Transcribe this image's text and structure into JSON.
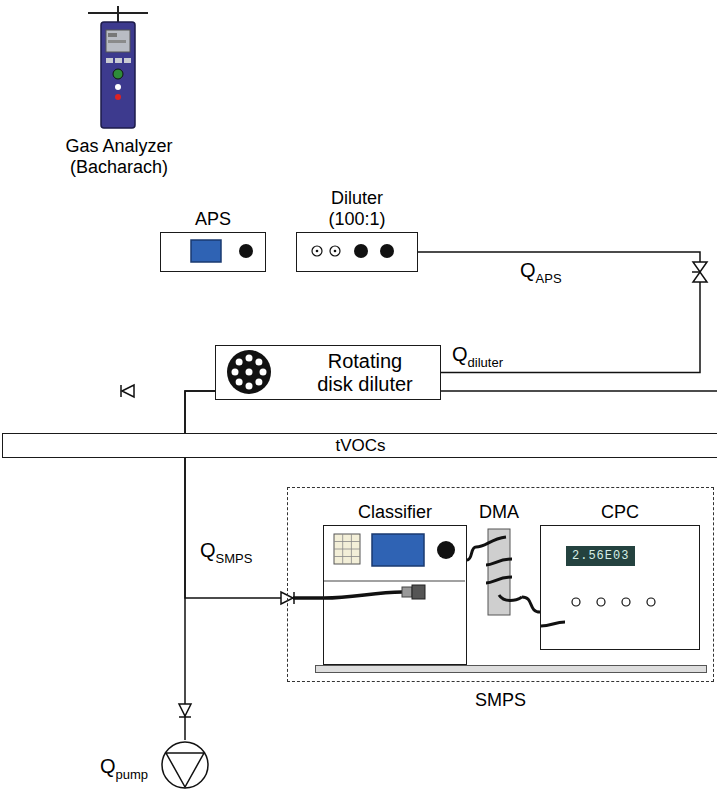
{
  "diagram": {
    "nodes": [
      {
        "text": [
          "Gas Analyzer (Bacharach)"
        ]
      },
      {
        "text": [
          "APS"
        ]
      },
      {
        "text": [
          "Diluter (100:1)"
        ]
      },
      {
        "text": [
          "Rotating disk diluter"
        ]
      },
      {
        "text": [
          "tVOCs"
        ]
      },
      {
        "text": [
          "SMPS"
        ]
      },
      {
        "text": [
          "Classifier"
        ],
        "in": 5
      },
      {
        "text": [
          "DMA"
        ],
        "in": 5
      },
      {
        "text": [
          "CPC"
        ],
        "in": 5
      },
      {
        "text": [
          "Qpump"
        ]
      }
    ],
    "edges": [
      {
        "from": 2,
        "to": 3,
        "arrow": "none"
      },
      {
        "from": 3,
        "to": 4,
        "arrow": "none"
      },
      {
        "from": 3,
        "to": 6,
        "arrow": "none"
      },
      {
        "from": 3,
        "to": 9,
        "arrow": "none"
      },
      {
        "from": 6,
        "to": 7,
        "arrow": "none"
      },
      {
        "from": 7,
        "to": 8,
        "arrow": "none"
      }
    ],
    "labels": [
      "QAPS",
      "Qdiluter",
      "QSMPS",
      "2.56E03"
    ]
  }
}
